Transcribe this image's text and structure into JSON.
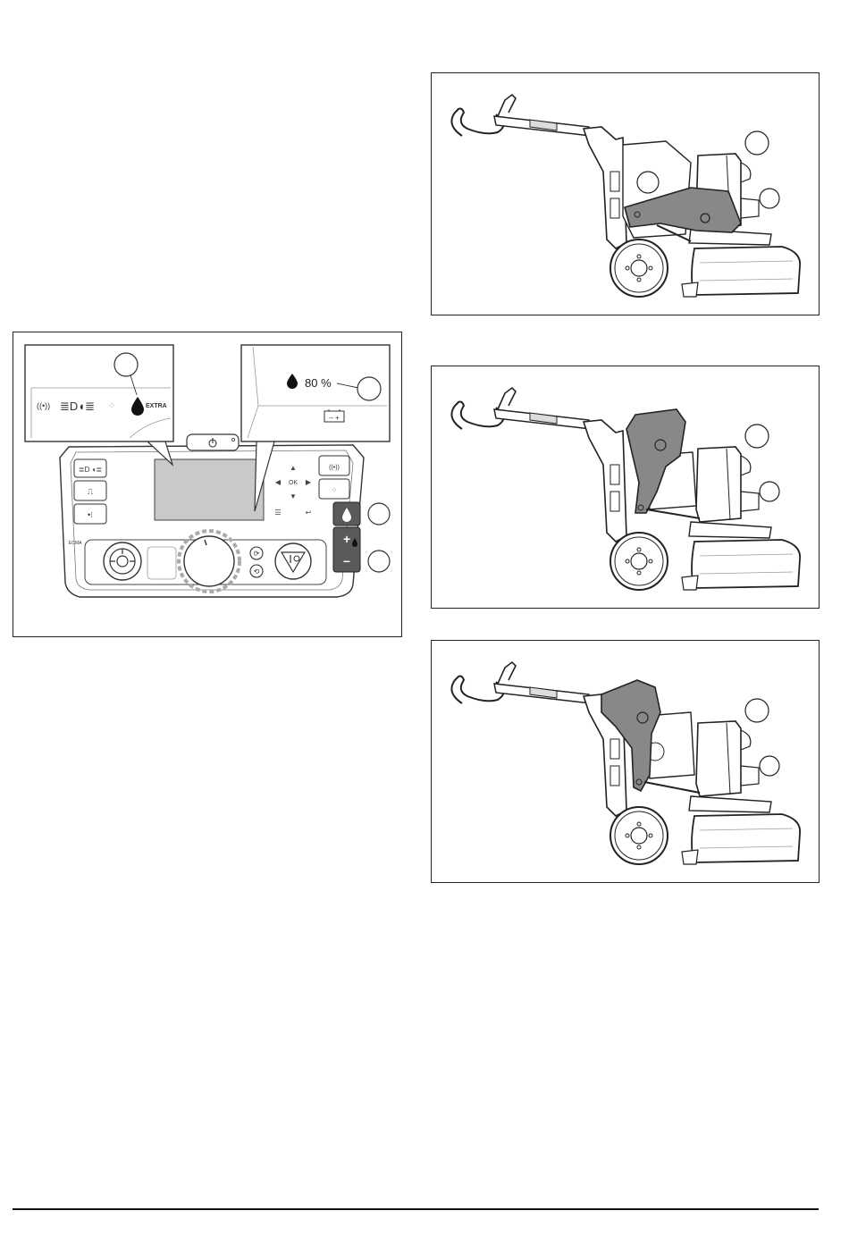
{
  "panel_figure": {
    "display_value": "80 %",
    "extra_label": "EXTRA",
    "ok_label": "OK",
    "ecomat_label": "ECMA"
  },
  "machine_figures": [
    {
      "id": "machine-figure-1"
    },
    {
      "id": "machine-figure-2"
    },
    {
      "id": "machine-figure-3"
    }
  ]
}
